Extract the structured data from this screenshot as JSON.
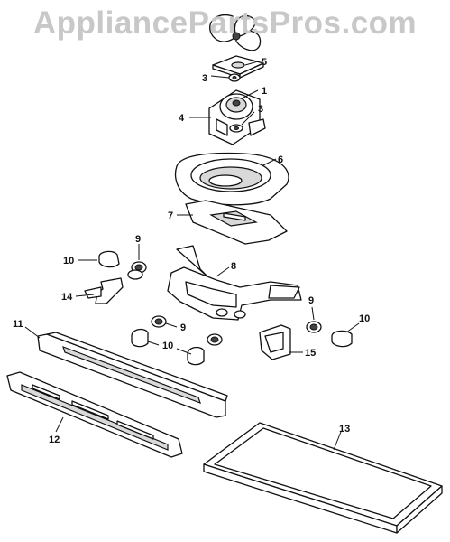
{
  "watermark": "AppliancePartsPros.com",
  "callouts": {
    "c1": "1",
    "c3a": "3",
    "c3b": "3",
    "c4": "4",
    "c5": "5",
    "c6": "6",
    "c7": "7",
    "c8": "8",
    "c9a": "9",
    "c9b": "9",
    "c9c": "9",
    "c10a": "10",
    "c10b": "10",
    "c10c": "10",
    "c11": "11",
    "c12": "12",
    "c13": "13",
    "c14": "14",
    "c15": "15"
  }
}
